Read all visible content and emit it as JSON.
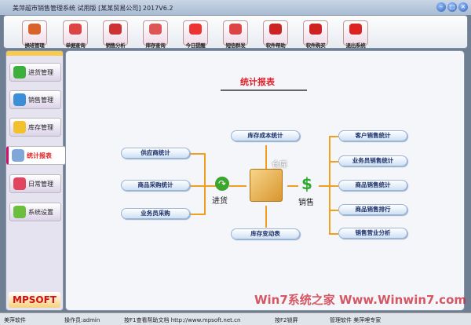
{
  "window": {
    "title": "美萍超市销售管理系统 试用版 [某某贸易公司] 2017V6.2",
    "controls": [
      "–",
      "□",
      "×"
    ]
  },
  "toolbar": [
    {
      "label": "换班管理",
      "color": "#d8622c"
    },
    {
      "label": "单据查询",
      "color": "#d44"
    },
    {
      "label": "销售分析",
      "color": "#c33"
    },
    {
      "label": "库存查询",
      "color": "#d55"
    },
    {
      "label": "今日提醒",
      "color": "#e33"
    },
    {
      "label": "短信群发",
      "color": "#d44"
    },
    {
      "label": "软件帮助",
      "color": "#c22"
    },
    {
      "label": "软件购买",
      "color": "#c22"
    },
    {
      "label": "退出系统",
      "color": "#d22"
    }
  ],
  "sidebar": {
    "items": [
      {
        "label": "进货管理",
        "color": "#3bb03b"
      },
      {
        "label": "销售管理",
        "color": "#3a8fd8"
      },
      {
        "label": "库存管理",
        "color": "#f2c12e"
      },
      {
        "label": "统计报表",
        "color": "#7fa7d8",
        "active": true
      },
      {
        "label": "日常管理",
        "color": "#e0455d"
      },
      {
        "label": "系统设置",
        "color": "#6cbf3c"
      }
    ],
    "logo": "MPSOFT"
  },
  "main": {
    "title": "统计报表",
    "left": [
      "供应商统计",
      "商品采购统计",
      "业务员采购"
    ],
    "center_top": "库存成本统计",
    "center_bottom": "库存变动表",
    "right": [
      "客户销售统计",
      "业务员销售统计",
      "商品销售统计",
      "商品销售排行",
      "销售营业分析"
    ],
    "labels": {
      "purchase": "进货",
      "warehouse": "仓库",
      "sales": "销售"
    }
  },
  "status": {
    "app": "美萍软件",
    "operator": "操作员:admin",
    "help": "按F1查看帮助文档 http://www.mpsoft.net.cn",
    "lock": "按F2锁屏",
    "vendor": "管理软件 美萍哩专家"
  },
  "watermark": "Win7系统之家 Www.Winwin7.com"
}
